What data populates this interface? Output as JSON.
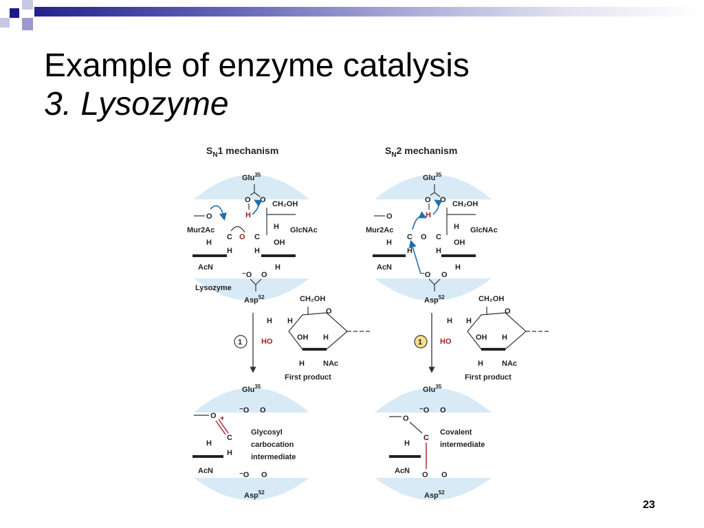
{
  "slide": {
    "title_line1": "Example of enzyme catalysis",
    "title_line2": "3. Lysozyme",
    "page_number": "23"
  },
  "figure": {
    "left": {
      "heading_prefix": "S",
      "heading_sub": "N",
      "heading_rest": "1 mechanism",
      "glu": "Glu",
      "glu_sup": "35",
      "asp": "Asp",
      "asp_sup": "52",
      "mur2ac": "Mur2Ac",
      "glcnac": "GlcNAc",
      "acn": "AcN",
      "ch2oh": "CH₂OH",
      "oh": "OH",
      "h": "H",
      "o": "O",
      "c": "C",
      "o_minus": "⁻O",
      "enzyme": "Lysozyme",
      "step": "1",
      "intermediate_1": "Glycosyl",
      "intermediate_2": "carbocation",
      "intermediate_3": "intermediate"
    },
    "right": {
      "heading_prefix": "S",
      "heading_sub": "N",
      "heading_rest": "2 mechanism",
      "glu": "Glu",
      "glu_sup": "35",
      "asp": "Asp",
      "asp_sup": "52",
      "mur2ac": "Mur2Ac",
      "glcnac": "GlcNAc",
      "acn": "AcN",
      "ch2oh": "CH₂OH",
      "oh": "OH",
      "h": "H",
      "o": "O",
      "c": "C",
      "step": "1",
      "intermediate_1": "Covalent",
      "intermediate_2": "intermediate"
    },
    "first_product": "First product",
    "ho": "HO",
    "nac": "NAc",
    "colors": {
      "enzyme_fill": "#d8eaf6",
      "arrow": "#1f6fa8",
      "highlight": "#a01e1e",
      "step_badge": "#f3e08a"
    }
  }
}
